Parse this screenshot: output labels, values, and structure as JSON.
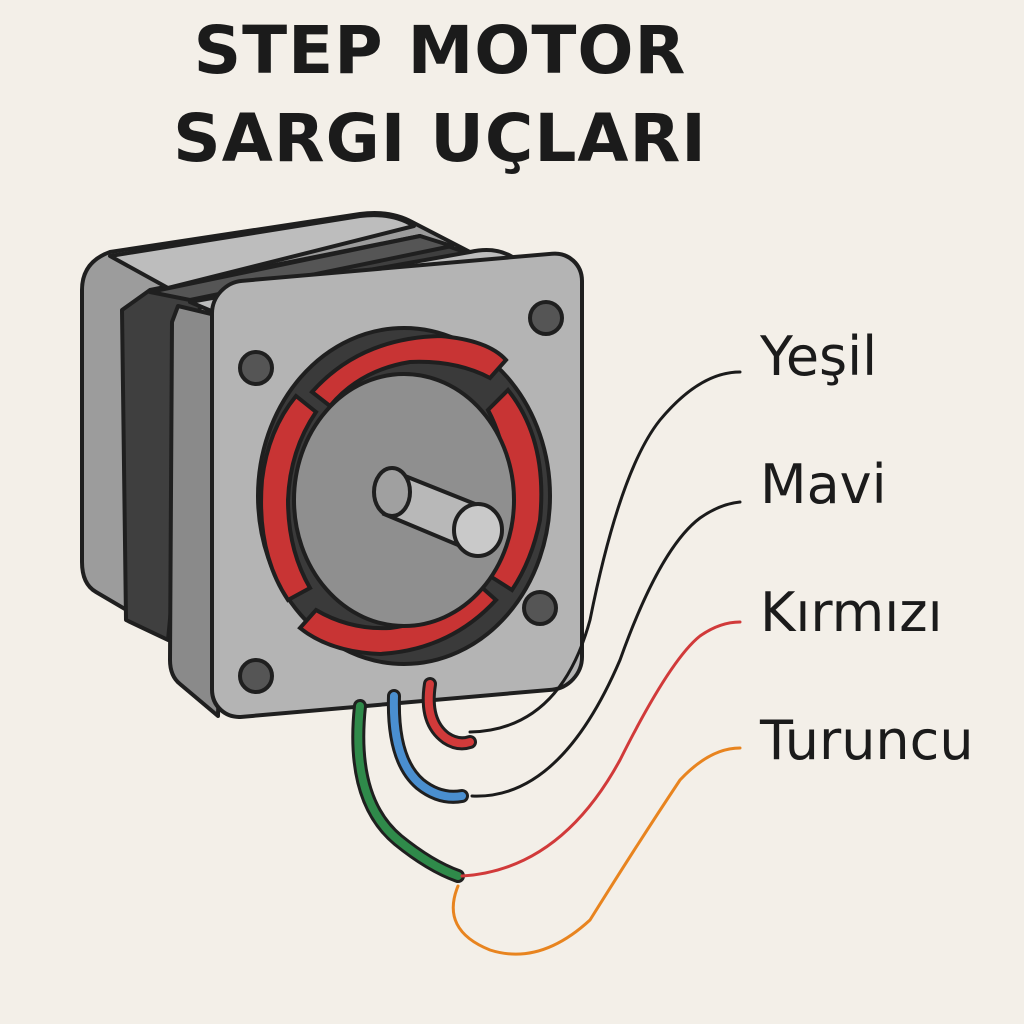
{
  "title": {
    "line1": "STEP MOTOR",
    "line2": "SARGI UÇLARI"
  },
  "wires": [
    {
      "label": "Yeşil",
      "color": "#2f8a4a",
      "line_color": "#1b1b1b"
    },
    {
      "label": "Mavi",
      "color": "#4a8fd0",
      "line_color": "#1b1b1b"
    },
    {
      "label": "Kırmızı",
      "color": "#d13a3a",
      "line_color": "#d13a3a"
    },
    {
      "label": "Turuncu",
      "color": "#e8841f",
      "line_color": "#e8841f"
    }
  ],
  "colors": {
    "background": "#f3efe8",
    "motor_body": "#a9a9a9",
    "motor_dark": "#4a4a4a",
    "coil_red": "#c83434",
    "outline": "#1f1f1f"
  }
}
